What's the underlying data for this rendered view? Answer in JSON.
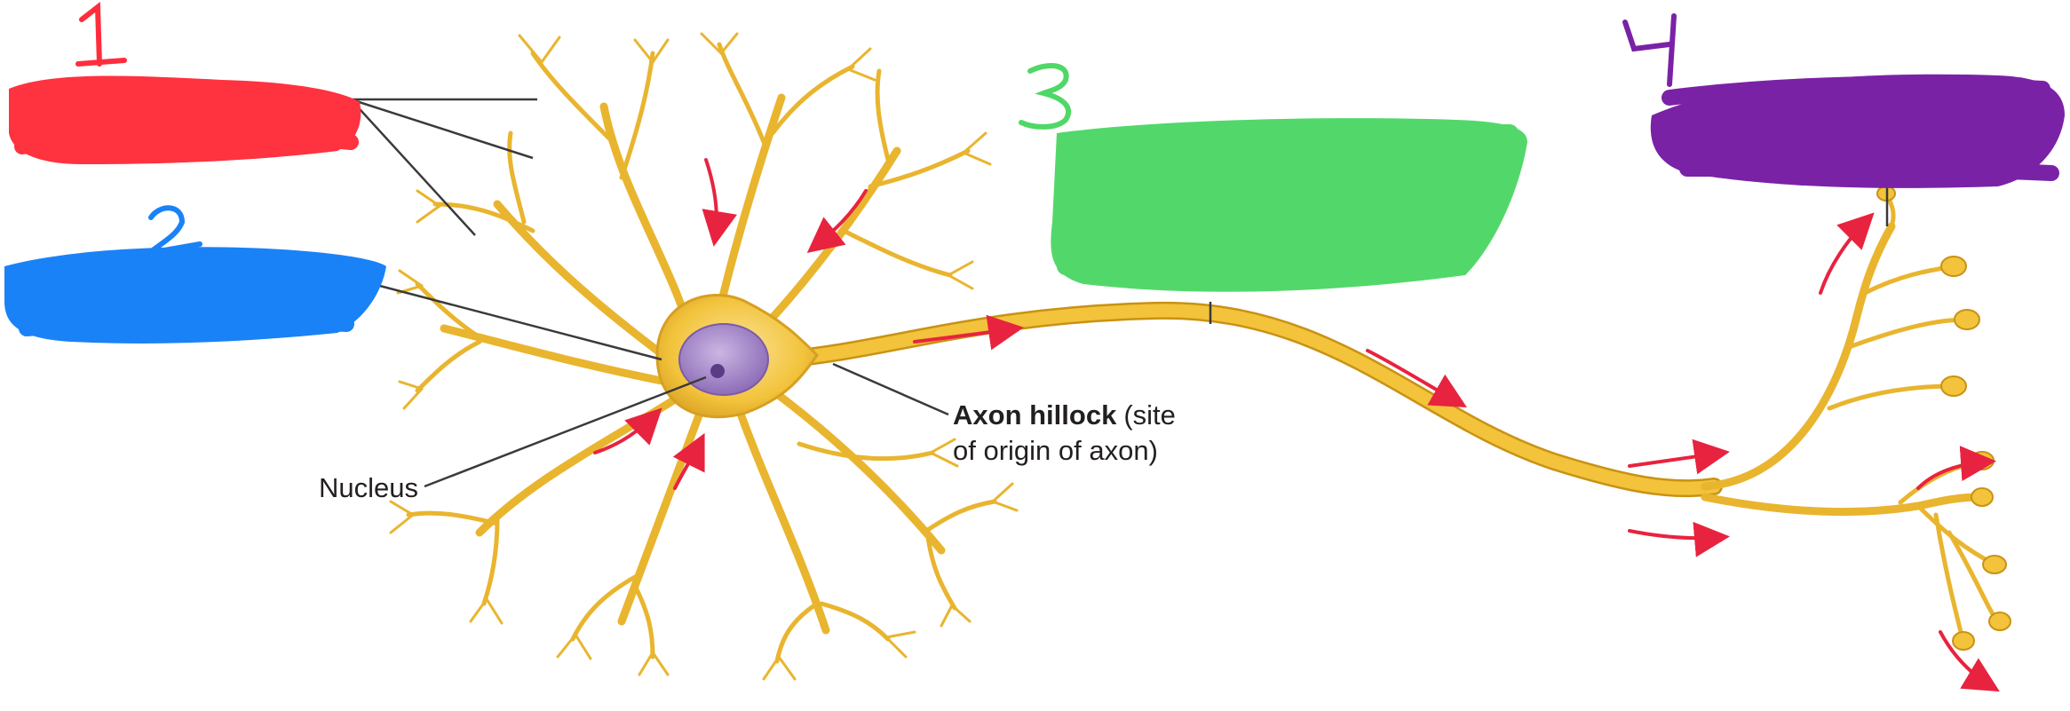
{
  "labels": {
    "nucleus": "Nucleus",
    "axon_hillock_bold": "Axon hillock",
    "axon_hillock_rest_1": "(site",
    "axon_hillock_rest_2": "of origin of axon)"
  },
  "markers": [
    {
      "text": "1",
      "color": "#ff2e3c"
    },
    {
      "text": "2",
      "color": "#1a82f7"
    },
    {
      "text": "3",
      "color": "#4fd866"
    },
    {
      "text": "4",
      "color": "#7a22a6"
    }
  ],
  "colors": {
    "neuron": "#f2c33b",
    "neuron_edge": "#c99214",
    "nucleus": "#a98fc9",
    "nucleolus": "#6a4b93",
    "arrow": "#e8233f",
    "leader": "#3a3a3a",
    "redact_1": "#ff323f",
    "redact_2": "#1a82f7",
    "redact_3": "#52d86a",
    "redact_4": "#7a22a6"
  }
}
